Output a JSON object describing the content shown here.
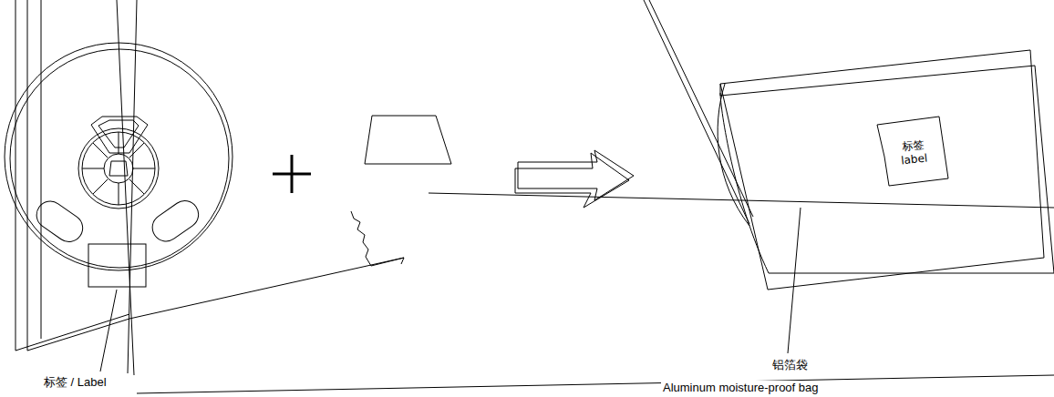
{
  "diagram": {
    "nodes": [
      {
        "text": [
          "标签",
          "label"
        ]
      }
    ],
    "labels": [
      "标签 / Label",
      "铝箔袋",
      "Aluminum moisture-proof bag"
    ]
  }
}
